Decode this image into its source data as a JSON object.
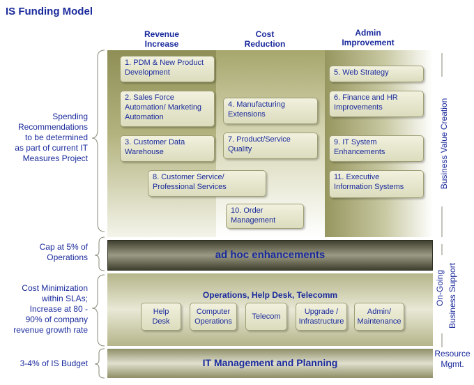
{
  "title": "IS Funding Model",
  "columns": {
    "revenue": "Revenue\nIncrease",
    "cost": "Cost\nReduction",
    "admin": "Admin\nImprovement"
  },
  "left_labels": {
    "spending": "Spending\nRecommendations\nto be determined\nas part of current IT\nMeasures Project",
    "cap": "Cap at 5% of\nOperations",
    "cost_min": "Cost Minimization\nwithin SLAs;\nIncrease at 80 -\n90% of company\nrevenue growth rate",
    "budget": "3-4% of IS Budget"
  },
  "projects": {
    "p1": "1. PDM & New Product\n    Development",
    "p2": "2. Sales Force\n   Automation/ Marketing\n   Automation",
    "p3": "3. Customer Data\n    Warehouse",
    "p4": "4. Manufacturing\n    Extensions",
    "p5": "5. Web Strategy",
    "p6": "6. Finance and HR\n    Improvements",
    "p7": "7. Product/Service\n    Quality",
    "p8": "8. Customer Service/\n   Professional Services",
    "p9": "9. IT System\n    Enhancements",
    "p10": "10. Order\n    Management",
    "p11": "11. Executive\n     Information Systems"
  },
  "bands": {
    "adhoc": "ad hoc enhancements",
    "ops_title": "Operations, Help Desk, Telecomm",
    "mgmt": "IT Management and Planning"
  },
  "ops_items": [
    "Help Desk",
    "Computer\nOperations",
    "Telecom",
    "Upgrade /\nInfrastructure",
    "Admin/\nMaintenance"
  ],
  "right_labels": {
    "value": "Business Value Creation",
    "ongoing_1": "On-Going",
    "ongoing_2": "Business Support",
    "resource": "Resource\nMgmt."
  },
  "colors": {
    "text": "#1a2a9c",
    "olive": "#9b9b66"
  }
}
